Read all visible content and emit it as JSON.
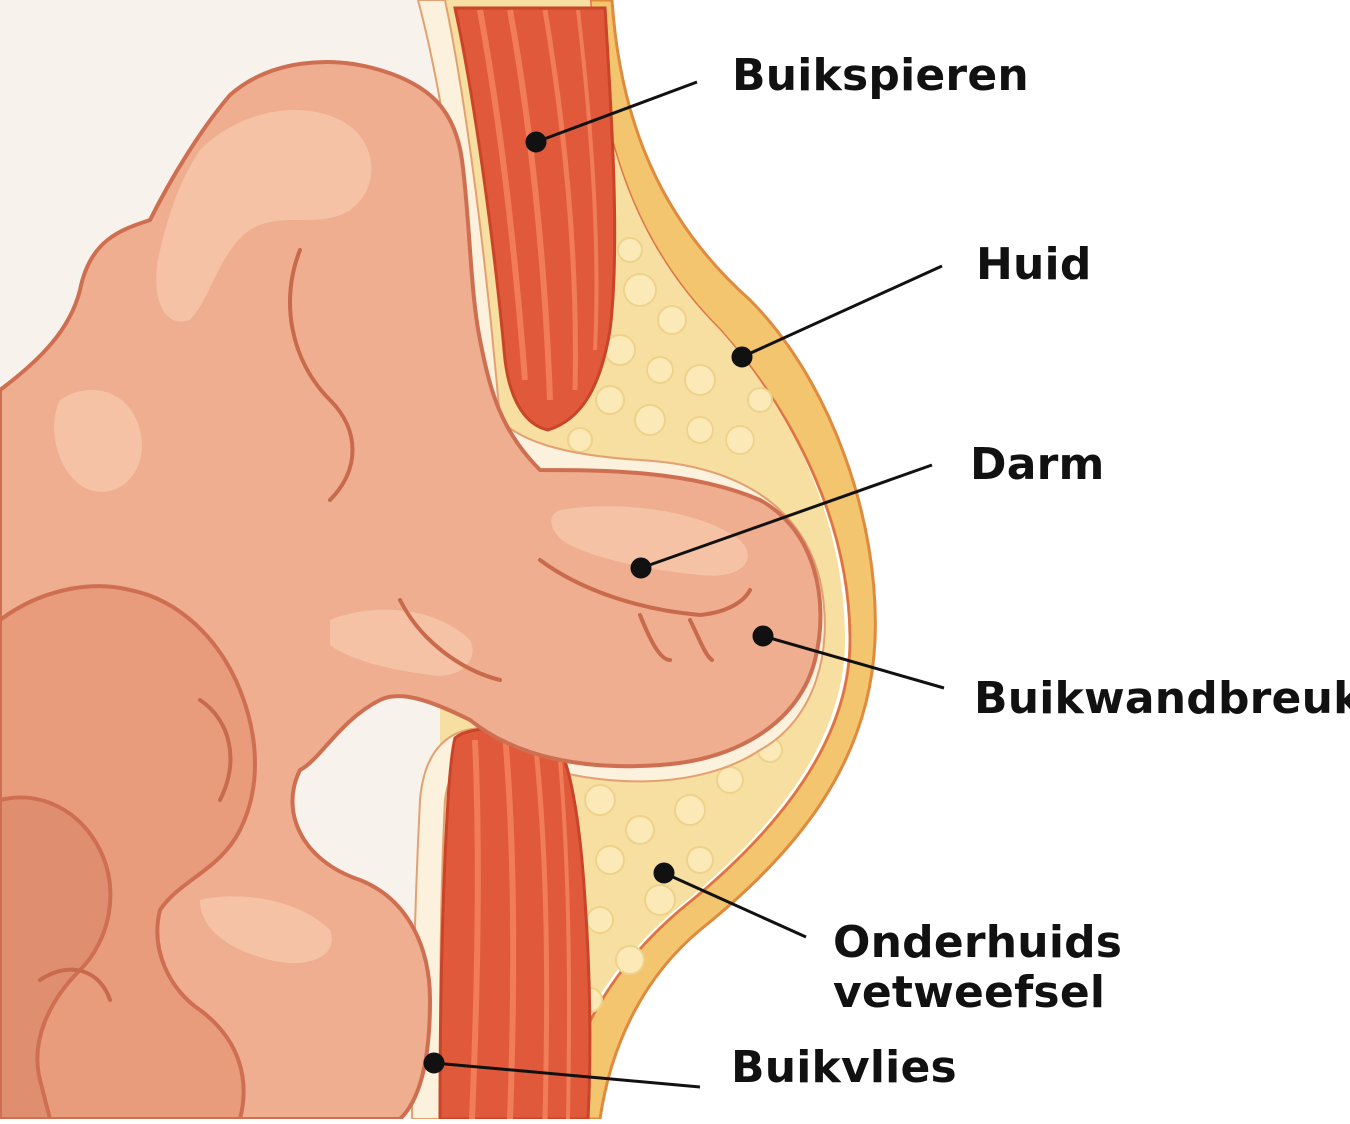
{
  "labels": {
    "muscles": "Buikspieren",
    "skin": "Huid",
    "intestine": "Darm",
    "hernia": "Buikwandbreuk",
    "fat_line1": "Onderhuids",
    "fat_line2": "vetweefsel",
    "peritoneum": "Buikvlies"
  },
  "colors": {
    "background": "#f7f3ec",
    "intestine": "#eeae8f",
    "intestine_shadow": "#d98a6c",
    "intestine_highlight": "#f5c4a8",
    "muscle": "#e0593b",
    "muscle_light": "#f07d58",
    "fat": "#f6dfa0",
    "skin": "#f2c56e",
    "peritoneum": "#fbf1dc",
    "outline": "#cf6f52",
    "leader": "#111111"
  }
}
